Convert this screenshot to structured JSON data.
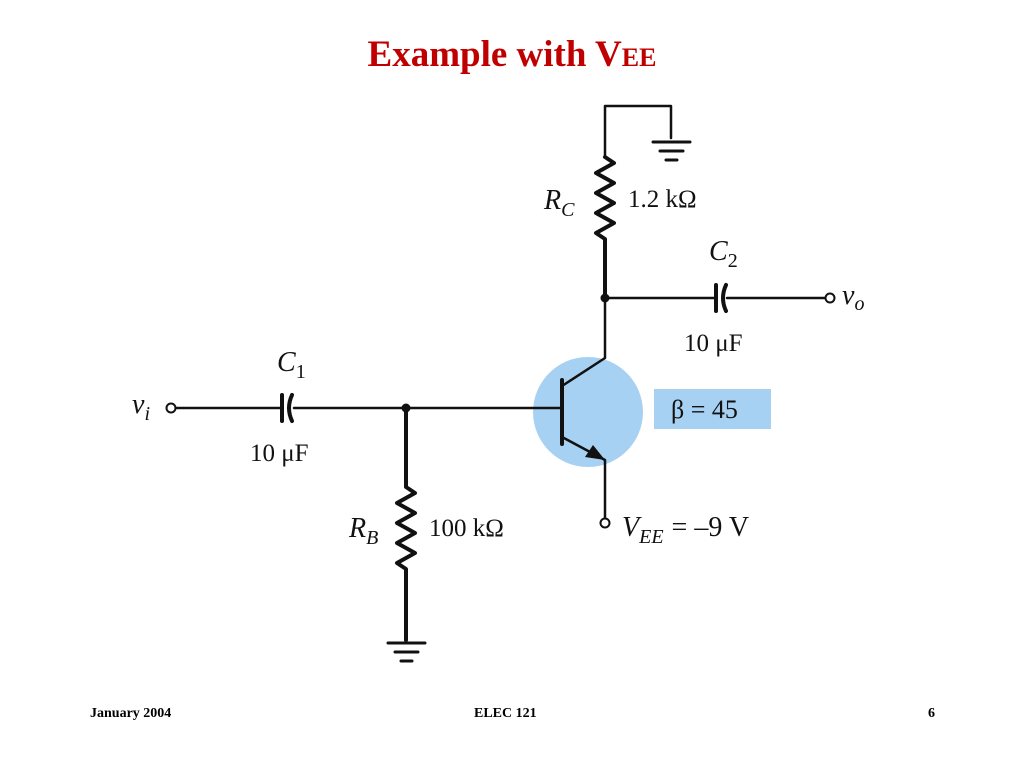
{
  "slide": {
    "title_main": "Example with V",
    "title_sub": "EE"
  },
  "circuit": {
    "rc": {
      "symbol": "R",
      "sub": "C",
      "value": "1.2 kΩ"
    },
    "c2": {
      "symbol": "C",
      "sub": "2",
      "value": "10 μF"
    },
    "vo": {
      "symbol": "v",
      "sub": "o"
    },
    "c1": {
      "symbol": "C",
      "sub": "1",
      "value": "10 μF"
    },
    "vi": {
      "symbol": "v",
      "sub": "i"
    },
    "rb": {
      "symbol": "R",
      "sub": "B",
      "value": "100 kΩ"
    },
    "beta": "β = 45",
    "vee": {
      "symbol": "V",
      "sub": "EE",
      "value": "= –9 V"
    }
  },
  "colors": {
    "title": "#c00000",
    "transistor_highlight": "#a7d1f2",
    "beta_box": "#a7d1f2"
  },
  "footer": {
    "date": "January 2004",
    "course": "ELEC 121",
    "page": "6"
  }
}
